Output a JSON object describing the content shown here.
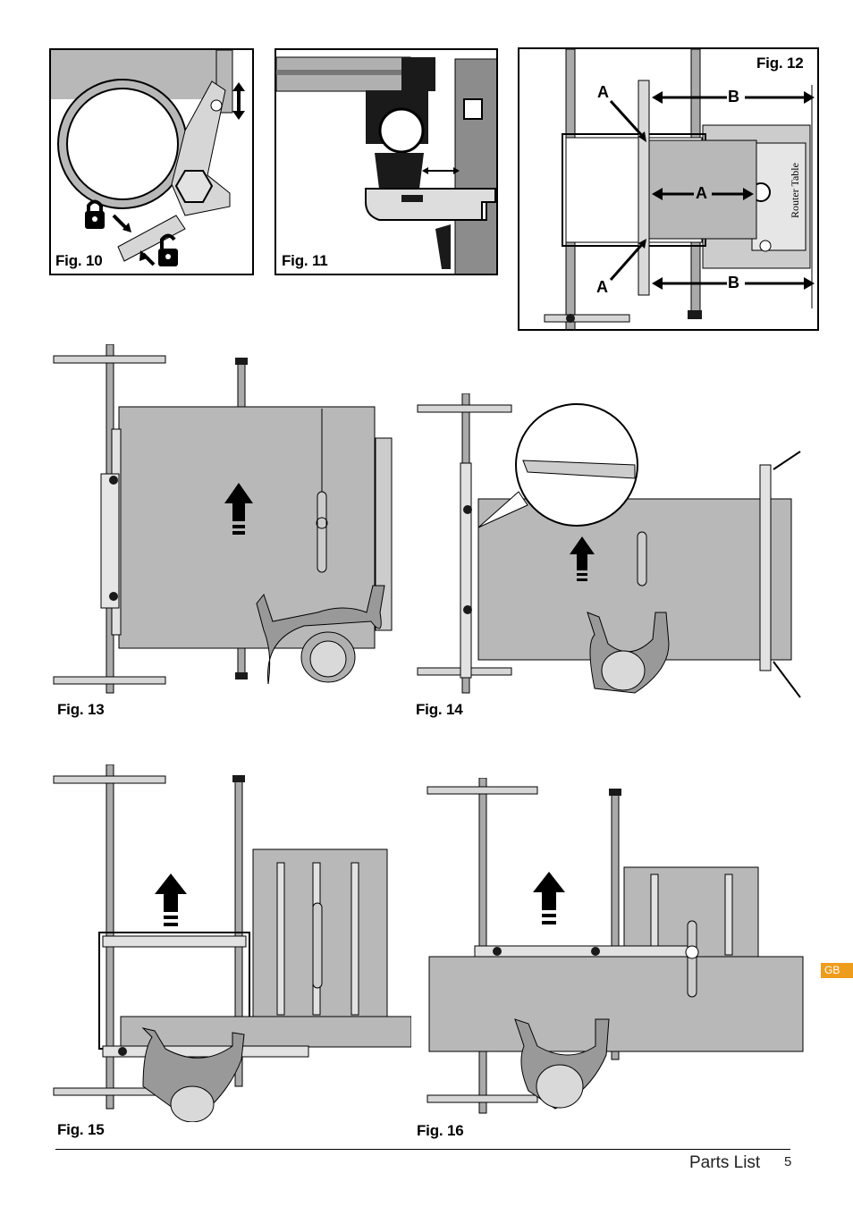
{
  "figures": {
    "fig10": {
      "caption": "Fig. 10"
    },
    "fig11": {
      "caption": "Fig. 11"
    },
    "fig12": {
      "caption": "Fig. 12",
      "label_a": "A",
      "label_b": "B",
      "plate_text": "Router Table"
    },
    "fig13": {
      "caption": "Fig. 13"
    },
    "fig14": {
      "caption": "Fig. 14"
    },
    "fig15": {
      "caption": "Fig. 15"
    },
    "fig16": {
      "caption": "Fig. 16"
    }
  },
  "footer": {
    "section": "Parts List",
    "page": "5"
  },
  "language_tab": "GB",
  "colors": {
    "panel_gray": "#b8b8b8",
    "dark": "#1a1a1a",
    "tab": "#ee9c1c"
  },
  "icons": [
    "padlock-locked-icon",
    "padlock-unlocked-icon",
    "arrow-up-icon",
    "double-arrow-icon"
  ]
}
